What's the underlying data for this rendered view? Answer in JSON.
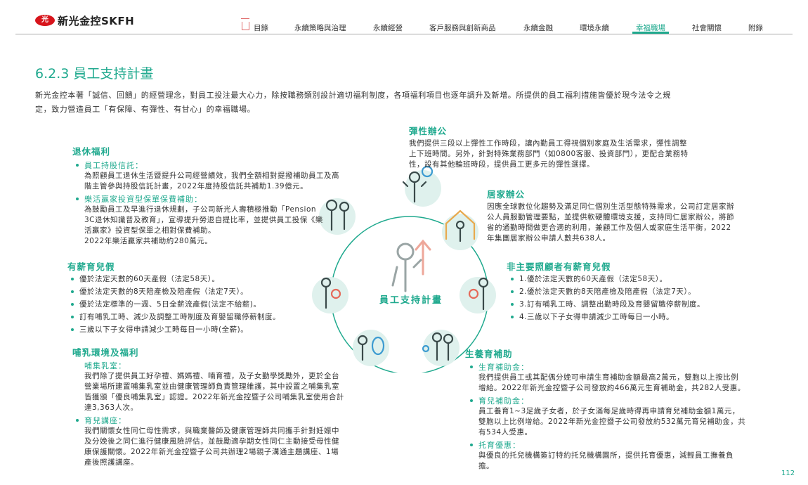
{
  "header": {
    "logo_mark": "光",
    "logo_text": "新光金控SKFH",
    "nav": [
      "目錄",
      "永續策略與治理",
      "永續經營",
      "客戶服務與創新商品",
      "永續金融",
      "環境永續",
      "幸福職場",
      "社會關懷",
      "附錄"
    ],
    "active": "幸福職場"
  },
  "title": "6.2.3 員工支持計畫",
  "intro": "新光金控本著「誠信、回饋」的經營理念，對員工投注最大心力，除按職務類別設計適切福利制度，各項福利項目也逐年調升及新增。所提供的員工福利措施皆優於現今法令之規定，致力營造員工「有保障、有彈性、有甘心」的幸福職場。",
  "center_label": "員工支持計畫",
  "retirement": {
    "heading": "退休福利",
    "items": [
      {
        "title": "員工持股信託：",
        "text": "為照顧員工退休生活暨提升公司經營績效，我們全額相對提撥補助員工及高階主管參與持股信託計畫，2022年度持股信託共補助1.39億元。"
      },
      {
        "title": "樂活贏家投資型保單保費補助：",
        "text": "為鼓勵員工及早進行退休規劃，子公司新光人壽積極推動「Pension 3C退休知識普及教育」，宣導提升勞退自提比率，並提供員工投保《樂活贏家》投資型保單之相對保費補助。",
        "text2": "2022年樂活贏家共補助約280萬元。"
      }
    ]
  },
  "flex": {
    "heading": "彈性辦公",
    "text": "我們提供三段以上彈性工作時段，讓內勤員工得視個別家庭及生活需求，彈性調整上下班時間。另外，針對特殊業務部門（如0800客服、投資部門），更配合業務特性，設有其他輪班時段，提供員工更多元的彈性選擇。"
  },
  "home": {
    "heading": "居家辦公",
    "text": "因應全球數位化趨勢及滿足同仁個別生活型態特殊需求，公司訂定居家辦公人員服勤管理要點，並提供軟硬體環境支援，支持同仁居家辦公，將節省的通勤時間做更合適的利用，兼顧工作及個人或家庭生活平衡，2022年集團居家辦公申請人數共638人。"
  },
  "paid_leave": {
    "heading": "有薪育兒假",
    "items": [
      "優於法定天數的60天產假（法定58天）。",
      "優於法定天數的8天陪產檢及陪產假（法定7天）。",
      "優於法定標準的一週、5日全薪流產假(法定不給薪)。",
      "訂有哺乳工時、減少及調整工時制度及育嬰留職停薪制度。",
      "三歲以下子女得申請減少工時每日一小時(全薪)。"
    ]
  },
  "non_primary": {
    "heading": "非主要照顧者有薪育兒假",
    "items": [
      "1.優於法定天數的60天產假（法定58天）。",
      "2.優於法定天數的8天陪產檢及陪產假（法定7天）。",
      "3.訂有哺乳工時、調整出勤時段及育嬰留職停薪制度。",
      "4.三歲以下子女得申請減少工時每日一小時。"
    ]
  },
  "nursing": {
    "heading": "哺乳環境及福利",
    "items": [
      {
        "title": "哺集乳室：",
        "text": "我們除了提供員工好孕禮、媽媽禮、喃育禮，及子女勤學獎勵外，更於全台營業場所建置哺集乳室並由健康管理師負責管理維護，其中設置之哺集乳室皆獲頒「優良哺集乳室」認證。2022年新光金控暨子公司哺集乳室使用合計達3,363人次。"
      },
      {
        "title": "育兒講座：",
        "text": "我們關懷女性同仁母性需求，與職業醫師及健康管理師共同攜手針對妊娠中及分娩後之同仁進行健康風險評估，並鼓勵適孕期女性同仁主動接受母性健康保護關懷。2022年新光金控暨子公司共辦理2場親子溝通主題講座、1場產後照護講座。"
      }
    ]
  },
  "childbirth": {
    "heading": "生養育補助",
    "items": [
      {
        "title": "生育補助金：",
        "text": "我們提供員工或其配偶分娩可申請生育補助金額最高2萬元，雙胞以上按比例增給。2022年新光金控暨子公司發放約466萬元生育補助金，共282人受惠。"
      },
      {
        "title": "育兒補助金：",
        "text": "員工養育1~3足歲子女者，於子女滿每足歲時得再申請育兒補助金額1萬元，雙胞以上比例增給。2022年新光金控暨子公司發放約532萬元育兒補助金，共有534人受惠。"
      },
      {
        "title": "托育優惠：",
        "text": "與優良的托兒機構簽訂特約托兒機構園所，提供托育優惠，減輕員工撫養負擔。"
      }
    ]
  },
  "page_number": "112",
  "colors": {
    "accent": "#1fa98e",
    "circle_fill": "#dff1ed",
    "brand_red": "#d7141b"
  }
}
